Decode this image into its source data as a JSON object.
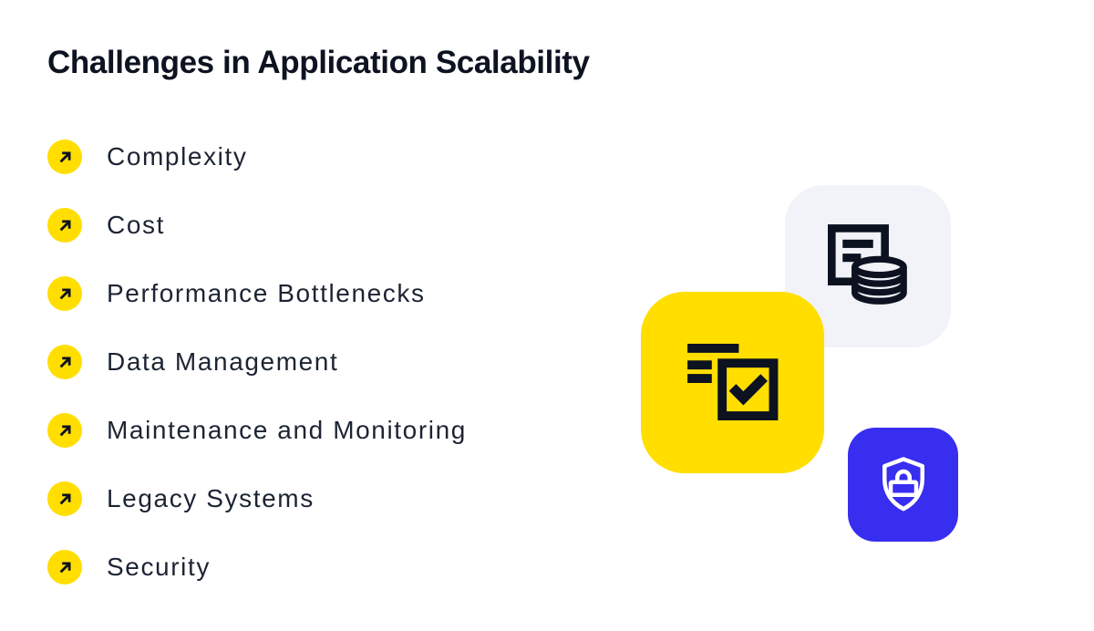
{
  "page": {
    "title": "Challenges in Application Scalability"
  },
  "challenges": {
    "bullet_icon": "arrow-up-right-icon",
    "items": [
      {
        "label": "Complexity"
      },
      {
        "label": "Cost"
      },
      {
        "label": "Performance Bottlenecks"
      },
      {
        "label": "Data Management"
      },
      {
        "label": "Maintenance and Monitoring"
      },
      {
        "label": "Legacy Systems"
      },
      {
        "label": "Security"
      }
    ]
  },
  "tiles": [
    {
      "name": "document-database-tile",
      "icon": "document-database-icon",
      "background": "#F1F3F8",
      "icon_color": "#0C1220"
    },
    {
      "name": "checklist-tile",
      "icon": "checklist-checkbox-icon",
      "background": "#FFDE00",
      "icon_color": "#0C1220"
    },
    {
      "name": "security-tile",
      "icon": "shield-lock-icon",
      "background": "#382EF0",
      "icon_color": "#FFFFFF"
    }
  ],
  "colors": {
    "background": "#FFFFFF",
    "accent_yellow": "#FFDE00",
    "accent_blue": "#382EF0",
    "tile_gray": "#F1F3F8",
    "title_text": "#0D1321",
    "body_text": "#1C2433",
    "ink": "#0C1220"
  }
}
